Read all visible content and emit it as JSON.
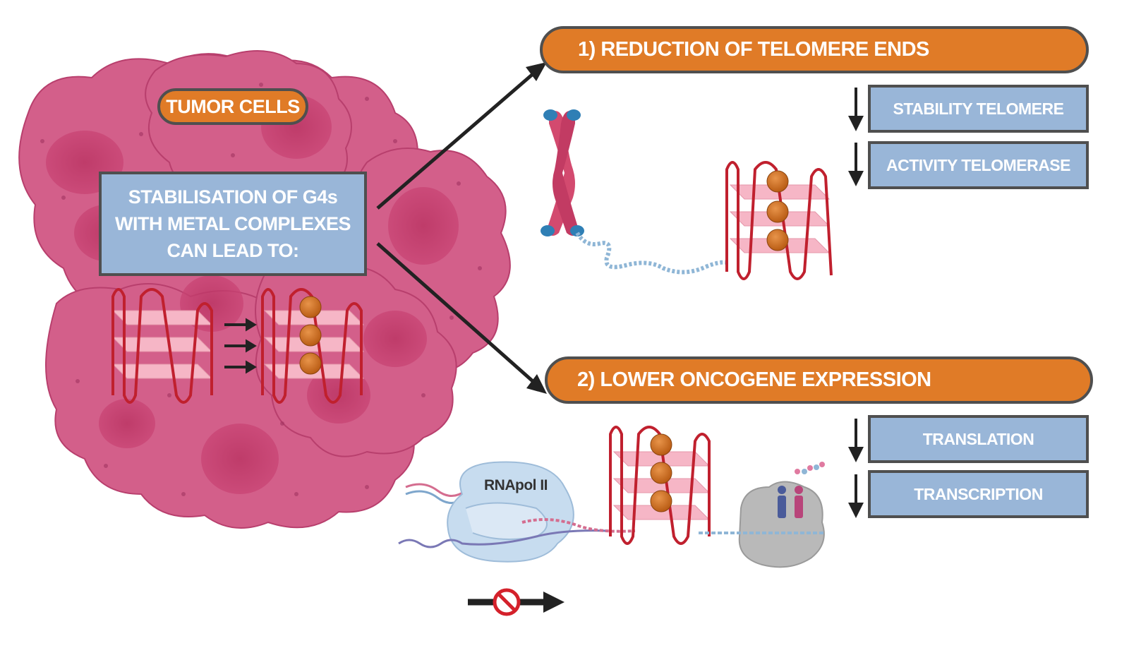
{
  "tumor_label": "TUMOR CELLS",
  "stabilisation_box": {
    "line1": "STABILISATION OF G4s",
    "line2": "WITH METAL COMPLEXES",
    "line3": "CAN LEAD TO:"
  },
  "outcome1": {
    "title": "1) REDUCTION OF TELOMERE ENDS",
    "effects": [
      "STABILITY TELOMERE",
      "ACTIVITY TELOMERASE"
    ]
  },
  "outcome2": {
    "title": "2) LOWER ONCOGENE EXPRESSION",
    "effects": [
      "TRANSLATION",
      "TRANSCRIPTION"
    ]
  },
  "rnapol_label": "RNApol II",
  "colors": {
    "orange": "#e07b27",
    "blue_box": "#99b6d8",
    "border": "#4f4f4f",
    "tumor": "#d0537f",
    "g4_strand": "#c0202e",
    "ligand": "#c56a1c"
  }
}
